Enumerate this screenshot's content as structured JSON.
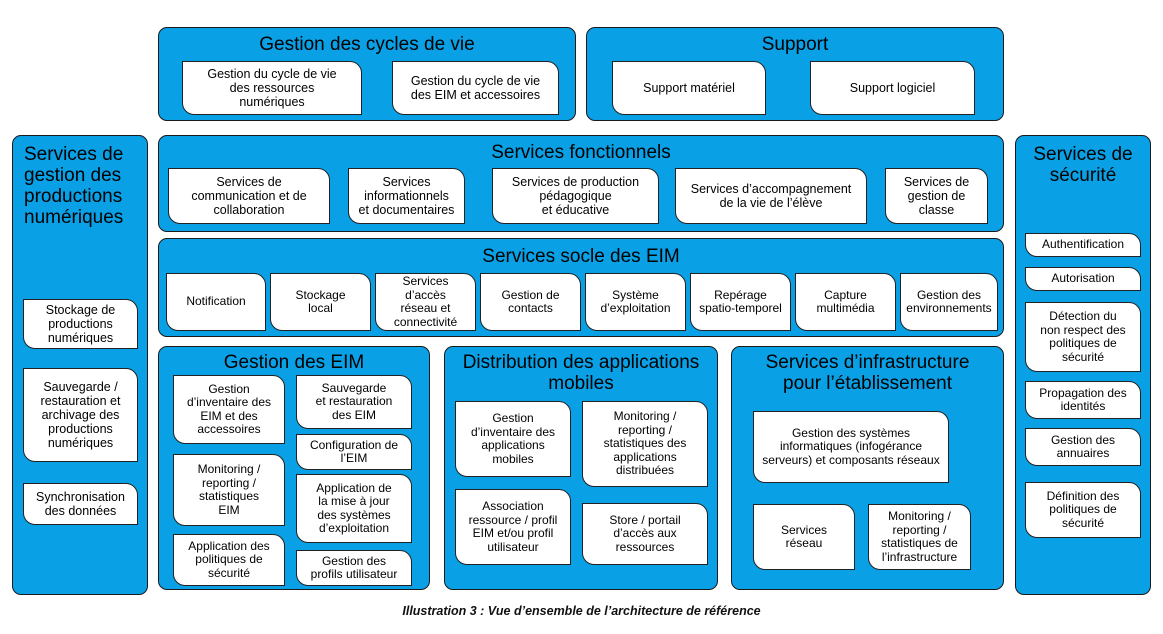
{
  "caption": "Illustration 3 : Vue d’ensemble de l’architecture de référence",
  "panels": {
    "cycles": {
      "title": "Gestion des cycles de vie",
      "items": [
        "Gestion du cycle de vie\ndes ressources\nnumériques",
        "Gestion du cycle de vie\ndes EIM et accessoires"
      ]
    },
    "support": {
      "title": "Support",
      "items": [
        "Support matériel",
        "Support logiciel"
      ]
    },
    "productions": {
      "title": "Services de\ngestion des\nproductions\nnumériques",
      "items": [
        "Stockage de\nproductions\nnumériques",
        "Sauvegarde /\nrestauration et\narchivage des\nproductions\nnumériques",
        "Synchronisation\ndes données"
      ]
    },
    "securite": {
      "title": "Services de\nsécurité",
      "items": [
        "Authentification",
        "Autorisation",
        "Détection du\nnon respect des\npolitiques de\nsécurité",
        "Propagation des\nidentités",
        "Gestion des\nannuaires",
        "Définition des\npolitiques de\nsécurité"
      ]
    },
    "fonctionnels": {
      "title": "Services fonctionnels",
      "items": [
        "Services de\ncommunication et de\ncollaboration",
        "Services\ninformationnels\net documentaires",
        "Services de production\npédagogique\net éducative",
        "Services d’accompagnement\nde la vie de l’élève",
        "Services de\ngestion de\nclasse"
      ]
    },
    "socle": {
      "title": "Services socle des EIM",
      "items": [
        "Notification",
        "Stockage\nlocal",
        "Services\nd’accès\nréseau et\nconnectivité",
        "Gestion de\ncontacts",
        "Système\nd’exploitation",
        "Repérage\nspatio-temporel",
        "Capture\nmultimédia",
        "Gestion des\nenvironnements"
      ]
    },
    "eim": {
      "title": "Gestion des EIM",
      "items": [
        "Gestion\nd’inventaire des\nEIM et des\naccessoires",
        "Monitoring /\nreporting /\nstatistiques\nEIM",
        "Application des\npolitiques de\nsécurité",
        "Sauvegarde\net restauration\ndes EIM",
        "Configuration de\nl’EIM",
        "Application de\nla mise à jour\ndes systèmes\nd’exploitation",
        "Gestion des\nprofils utilisateur"
      ]
    },
    "distribution": {
      "title": "Distribution des applications\nmobiles",
      "items": [
        "Gestion\nd’inventaire des\napplications\nmobiles",
        "Association\nressource / profil\nEIM et/ou profil\nutilisateur",
        "Monitoring /\nreporting /\nstatistiques des\napplications\ndistribuées",
        "Store / portail\nd’accès aux\nressources"
      ]
    },
    "infra": {
      "title": "Services d’infrastructure\npour l’établissement",
      "items": [
        "Gestion des systèmes\ninformatiques (infogérance\nserveurs) et composants réseaux",
        "Services\nréseau",
        "Monitoring /\nreporting /\nstatistiques de\nl’infrastructure"
      ]
    }
  }
}
